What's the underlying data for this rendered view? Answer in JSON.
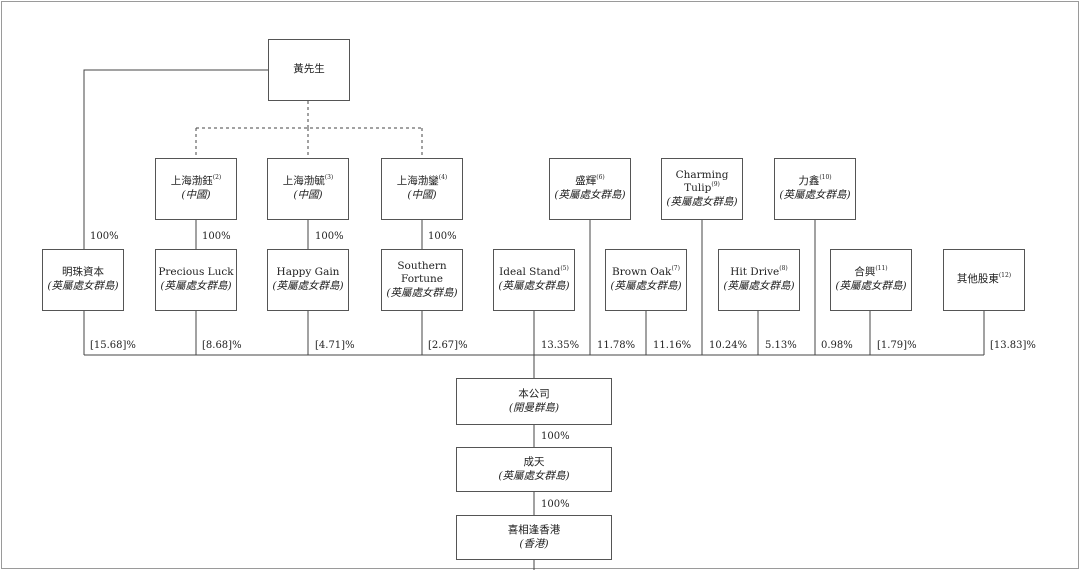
{
  "owner": {
    "name": "黃先生"
  },
  "entities": [
    {
      "id": "pa",
      "name": "上海渤鈺",
      "note": "(2)",
      "jurisdiction": "(中國)"
    },
    {
      "id": "pb",
      "name": "上海渤毓",
      "note": "(3)",
      "jurisdiction": "(中國)"
    },
    {
      "id": "pc",
      "name": "上海渤鑾",
      "note": "(4)",
      "jurisdiction": "(中國)"
    },
    {
      "id": "sy",
      "name": "盛輝",
      "note": "(6)",
      "jurisdiction": "(英屬處女群島)"
    },
    {
      "id": "ct",
      "name": "Charming Tulip",
      "note": "(9)",
      "jurisdiction": "(英屬處女群島)"
    },
    {
      "id": "lx",
      "name": "力鑫",
      "note": "(10)",
      "jurisdiction": "(英屬處女群島)"
    }
  ],
  "shareholders": [
    {
      "id": "mz",
      "name": "明珠資本",
      "note": "",
      "jurisdiction": "(英屬處女群島)",
      "parent_pct": "100%",
      "pct": "[15.68]%"
    },
    {
      "id": "pl",
      "name": "Precious Luck",
      "note": "",
      "jurisdiction": "(英屬處女群島)",
      "parent_pct": "100%",
      "pct": "[8.68]%"
    },
    {
      "id": "hg",
      "name": "Happy Gain",
      "note": "",
      "jurisdiction": "(英屬處女群島)",
      "parent_pct": "100%",
      "pct": "[4.71]%"
    },
    {
      "id": "sf",
      "name": "Southern Fortune",
      "note": "",
      "jurisdiction": "(英屬處女群島)",
      "parent_pct": "100%",
      "pct": "[2.67]%"
    },
    {
      "id": "is",
      "name": "Ideal Stand",
      "note": "(5)",
      "jurisdiction": "(英屬處女群島)",
      "pct": "13.35%"
    },
    {
      "id": "bo",
      "name": "Brown Oak",
      "note": "(7)",
      "jurisdiction": "(英屬處女群島)",
      "pct": "11.16%"
    },
    {
      "id": "hd",
      "name": "Hit Drive",
      "note": "(8)",
      "jurisdiction": "(英屬處女群島)",
      "pct": "5.13%"
    },
    {
      "id": "hx",
      "name": "合興",
      "note": "(11)",
      "jurisdiction": "(英屬處女群島)",
      "pct": "[1.79]%"
    },
    {
      "id": "qt",
      "name": "其他股東",
      "note": "(12)",
      "jurisdiction": "",
      "pct": "[13.83]%"
    }
  ],
  "direct_stakes": [
    {
      "from": "sy",
      "pct": "11.78%"
    },
    {
      "from": "ct",
      "pct": "10.24%"
    },
    {
      "from": "lx",
      "pct": "0.98%"
    }
  ],
  "company": {
    "name": "本公司",
    "jurisdiction": "(開曼群島)"
  },
  "sub1": {
    "name": "成天",
    "jurisdiction": "(英屬處女群島)",
    "pct": "100%"
  },
  "sub2": {
    "name": "喜相逢香港",
    "jurisdiction": "(香港)",
    "pct": "100%"
  }
}
